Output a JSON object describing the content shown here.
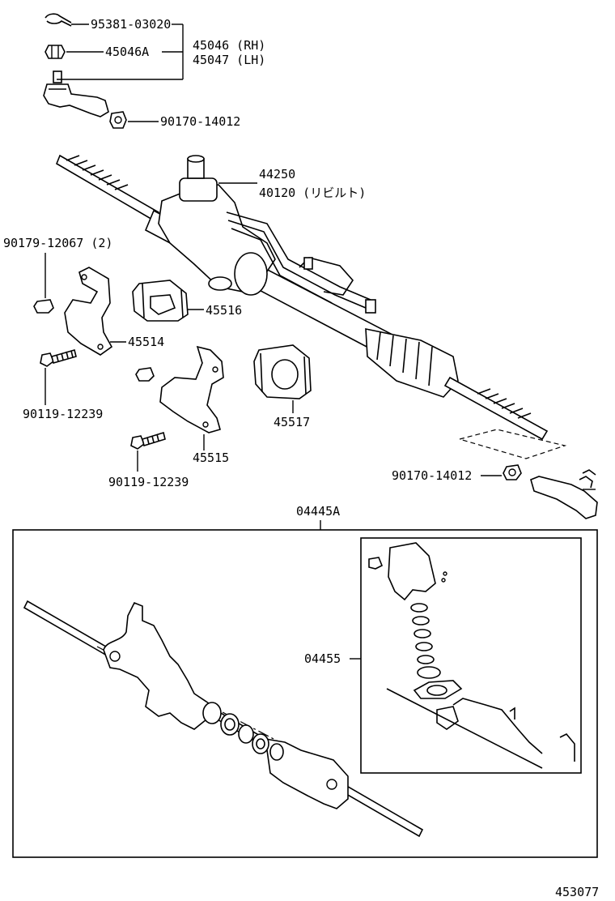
{
  "labels": {
    "p95381": "95381-03020",
    "p45046a": "45046A",
    "p45046": "45046 (RH)",
    "p45047": "45047 (LH)",
    "p90170_top": "90170-14012",
    "p44250": "44250",
    "p40120": "40120 (リビルト)",
    "p90179": "90179-12067 (2)",
    "p45516": "45516",
    "p45514": "45514",
    "p90119_a": "90119-12239",
    "p45517": "45517",
    "p45515": "45515",
    "p90119_b": "90119-12239",
    "p90170_bottom": "90170-14012",
    "p04445a": "04445A",
    "p04455": "04455",
    "diagram_id": "453077"
  }
}
